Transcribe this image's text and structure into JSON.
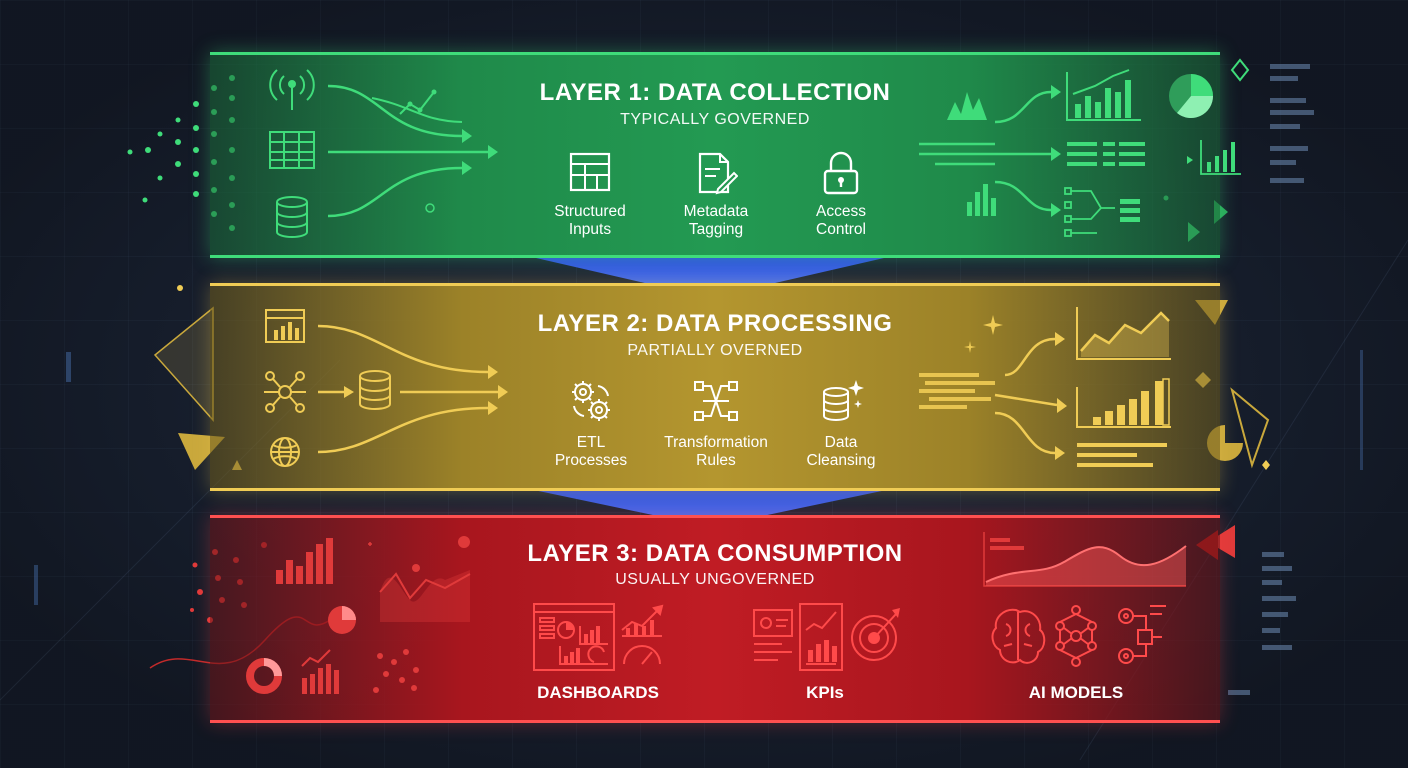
{
  "layers": [
    {
      "title": "LAYER 1: DATA COLLECTION",
      "subtitle": "TYPICALLY GOVERNED",
      "color": "#239a52",
      "features": [
        {
          "label": "Structured\nInputs",
          "icon": "form-grid-icon"
        },
        {
          "label": "Metadata\nTagging",
          "icon": "document-edit-icon"
        },
        {
          "label": "Access\nControl",
          "icon": "padlock-icon"
        }
      ]
    },
    {
      "title": "LAYER 2: DATA PROCESSING",
      "subtitle": "PARTIALLY OVERNED",
      "color": "#b4962f",
      "features": [
        {
          "label": "ETL\nProcesses",
          "icon": "gears-icon"
        },
        {
          "label": "Transformation\nRules",
          "icon": "transformation-nodes-icon"
        },
        {
          "label": "Data\nCleansing",
          "icon": "database-sparkle-icon"
        }
      ]
    },
    {
      "title": "LAYER 3: DATA CONSUMPTION",
      "subtitle": "USUALLY UNGOVERNED",
      "color": "#c01c24",
      "outputs": [
        {
          "label": "DASHBOARDS",
          "icon": "dashboard-icon"
        },
        {
          "label": "KPIs",
          "icon": "kpi-target-icon"
        },
        {
          "label": "AI MODELS",
          "icon": "ai-brain-icon"
        }
      ]
    }
  ],
  "colors": {
    "background": "#1a2130",
    "green_accent": "#3fdc7a",
    "gold_accent": "#f0cc55",
    "red_accent": "#ff5050",
    "connector": "#3a5ff0"
  }
}
